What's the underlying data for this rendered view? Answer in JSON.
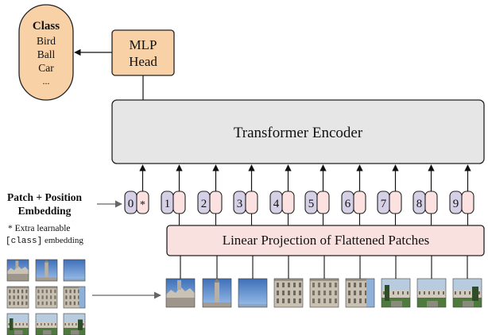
{
  "colors": {
    "head_fill": "#f8d1a6",
    "encoder_fill": "#e6e6e6",
    "projection_fill": "#f9e1e0",
    "position_token_fill": "#d6d0e6",
    "patch_token_fill": "#fbe2e0",
    "stroke": "#222222",
    "arrow_grey": "#666666"
  },
  "class_box": {
    "title": "Class",
    "items": [
      "Bird",
      "Ball",
      "Car",
      "..."
    ]
  },
  "mlp_head": {
    "line1": "MLP",
    "line2": "Head"
  },
  "encoder": {
    "label": "Transformer Encoder"
  },
  "embedding_label": {
    "line1": "Patch + Position",
    "line2": "Embedding"
  },
  "footnote": {
    "line1": "* Extra learnable",
    "line2_code": "[class]",
    "line2_rest": " embedding"
  },
  "tokens": [
    {
      "position": "0",
      "patch": "*",
      "class_token": true
    },
    {
      "position": "1",
      "patch": ""
    },
    {
      "position": "2",
      "patch": ""
    },
    {
      "position": "3",
      "patch": ""
    },
    {
      "position": "4",
      "patch": ""
    },
    {
      "position": "5",
      "patch": ""
    },
    {
      "position": "6",
      "patch": ""
    },
    {
      "position": "7",
      "patch": ""
    },
    {
      "position": "8",
      "patch": ""
    },
    {
      "position": "9",
      "patch": ""
    }
  ],
  "projection": {
    "label": "Linear Projection of Flattened Patches"
  },
  "image_patches": [
    {
      "name": "patch-1",
      "content": "building-towers"
    },
    {
      "name": "patch-2",
      "content": "sky-tower"
    },
    {
      "name": "patch-3",
      "content": "sky"
    },
    {
      "name": "patch-4",
      "content": "facade-left"
    },
    {
      "name": "patch-5",
      "content": "facade-center"
    },
    {
      "name": "patch-6",
      "content": "facade-right"
    },
    {
      "name": "patch-7",
      "content": "garden-left"
    },
    {
      "name": "patch-8",
      "content": "garden-center"
    },
    {
      "name": "patch-9",
      "content": "garden-right"
    }
  ]
}
